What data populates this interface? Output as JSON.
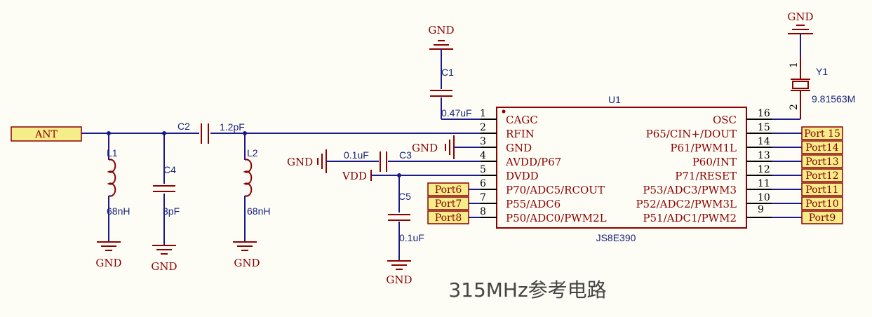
{
  "caption": "315MHz参考电路",
  "ic": {
    "ref": "U1",
    "part": "JS8E390",
    "left_pins": [
      {
        "num": "1",
        "name": "CAGC"
      },
      {
        "num": "2",
        "name": "RFIN"
      },
      {
        "num": "3",
        "name": "GND"
      },
      {
        "num": "4",
        "name": "AVDD/P67"
      },
      {
        "num": "5",
        "name": "DVDD"
      },
      {
        "num": "6",
        "name": "P70/ADC5/RCOUT"
      },
      {
        "num": "7",
        "name": "P55/ADC6"
      },
      {
        "num": "8",
        "name": "P50/ADC0/PWM2L"
      }
    ],
    "right_pins": [
      {
        "num": "16",
        "name": "OSC"
      },
      {
        "num": "15",
        "name": "P65/CIN+/DOUT"
      },
      {
        "num": "14",
        "name": "P61/PWM1L"
      },
      {
        "num": "13",
        "name": "P60/INT"
      },
      {
        "num": "12",
        "name": "P71/RESET"
      },
      {
        "num": "11",
        "name": "P53/ADC3/PWM3"
      },
      {
        "num": "10",
        "name": "P52/ADC2/PWM3L"
      },
      {
        "num": "9",
        "name": "P51/ADC1/PWM2"
      }
    ]
  },
  "ports": {
    "ant": "ANT",
    "left": [
      "Port6",
      "Port7",
      "Port8"
    ],
    "right": [
      "Port 15",
      "Port14",
      "Port13",
      "Port12",
      "Port11",
      "Port10",
      "Port9"
    ]
  },
  "components": {
    "c1": {
      "ref": "C1",
      "value": "0.47uF"
    },
    "c2": {
      "ref": "C2",
      "value": "1.2pF"
    },
    "c3": {
      "ref": "C3",
      "value": "0.1uF"
    },
    "c4": {
      "ref": "C4",
      "value": "3pF"
    },
    "c5": {
      "ref": "C5",
      "value": "0.1uF"
    },
    "l1": {
      "ref": "L1",
      "value": "68nH"
    },
    "l2": {
      "ref": "L2",
      "value": "68nH"
    },
    "y1": {
      "ref": "Y1",
      "value": "9.81563M",
      "pin1": "1",
      "pin2": "2"
    }
  },
  "nets": {
    "gnd": "GND",
    "vdd": "VDD"
  }
}
